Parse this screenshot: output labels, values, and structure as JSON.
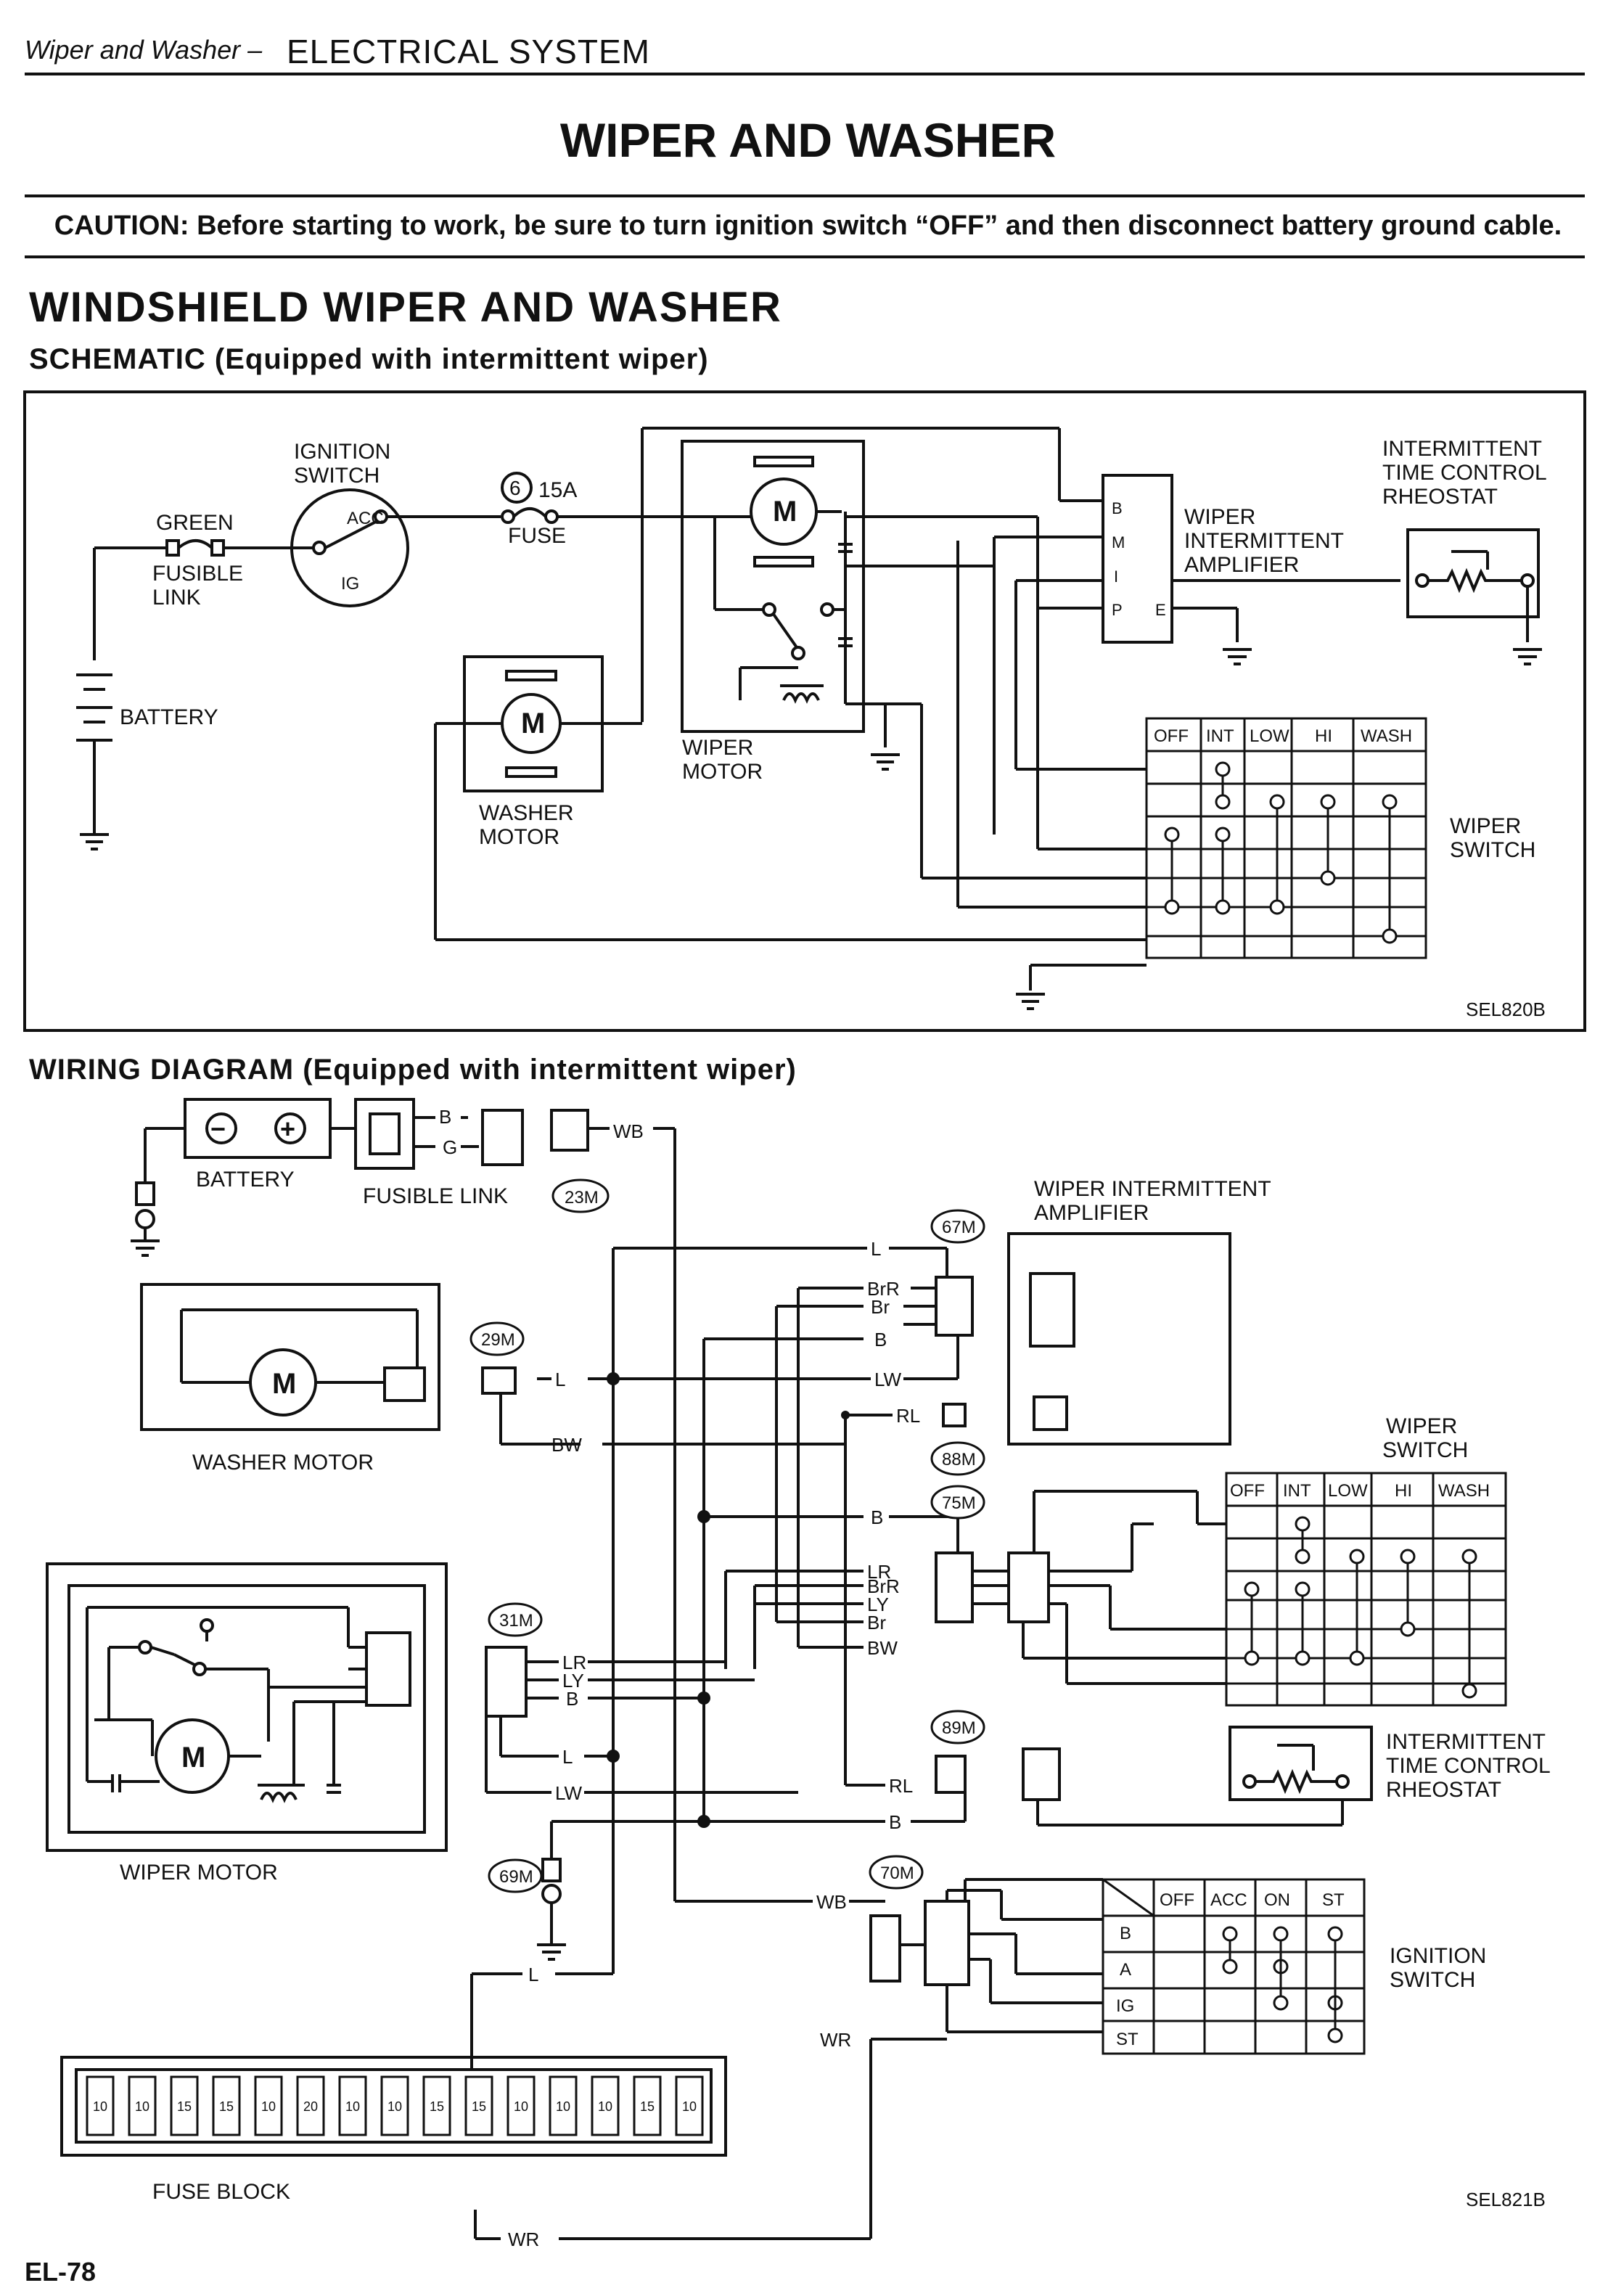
{
  "header": {
    "section_small": "Wiper and Washer –",
    "section_big": "ELECTRICAL SYSTEM"
  },
  "title": "WIPER AND WASHER",
  "caution": "CAUTION: Before starting to work, be sure to turn ignition switch “OFF” and then disconnect battery ground cable.",
  "section_heading": "WINDSHIELD WIPER AND WASHER",
  "schematic": {
    "heading": "SCHEMATIC (Equipped with intermittent wiper)",
    "code": "SEL820B",
    "labels": {
      "ignition_switch_1": "IGNITION",
      "ignition_switch_2": "SWITCH",
      "acc": "ACC",
      "ig": "IG",
      "green": "GREEN",
      "fusible_1": "FUSIBLE",
      "fusible_2": "LINK",
      "fuse_num": "6",
      "fuse_amp": "15A",
      "fuse": "FUSE",
      "battery": "BATTERY",
      "m": "M",
      "washer_1": "WASHER",
      "washer_2": "MOTOR",
      "wiper_1": "WIPER",
      "wiper_2": "MOTOR",
      "amp_1": "WIPER",
      "amp_2": "INTERMITTENT",
      "amp_3": "AMPLIFIER",
      "pin_b": "B",
      "pin_m": "M",
      "pin_i": "I",
      "pin_p": "P",
      "pin_e": "E",
      "rheo_1": "INTERMITTENT",
      "rheo_2": "TIME CONTROL",
      "rheo_3": "RHEOSTAT",
      "switch_1": "WIPER",
      "switch_2": "SWITCH"
    },
    "switch_cols": [
      "OFF",
      "INT",
      "LOW",
      "HI",
      "WASH"
    ]
  },
  "wiring": {
    "heading": "WIRING DIAGRAM (Equipped with intermittent wiper)",
    "code": "SEL821B",
    "labels": {
      "battery": "BATTERY",
      "fusible": "FUSIBLE LINK",
      "c23": "23M",
      "c29": "29M",
      "c31": "31M",
      "c67": "67M",
      "c69": "69M",
      "c70": "70M",
      "c75": "75M",
      "c88": "88M",
      "c89": "89M",
      "washer": "WASHER MOTOR",
      "wiper": "WIPER MOTOR",
      "amp_1": "WIPER INTERMITTENT",
      "amp_2": "AMPLIFIER",
      "wsw_1": "WIPER",
      "wsw_2": "SWITCH",
      "rheo_1": "INTERMITTENT",
      "rheo_2": "TIME CONTROL",
      "rheo_3": "RHEOSTAT",
      "isw_1": "IGNITION",
      "isw_2": "SWITCH",
      "fuse_block": "FUSE BLOCK",
      "m": "M",
      "plus": "+",
      "minus": "−"
    },
    "wires": {
      "b": "B",
      "g": "G",
      "wb": "WB",
      "l": "L",
      "brr": "BrR",
      "br": "Br",
      "lw": "LW",
      "rl": "RL",
      "bw": "BW",
      "lr": "LR",
      "ly": "LY",
      "wr": "WR"
    },
    "wiper_switch_cols": [
      "OFF",
      "INT",
      "LOW",
      "HI",
      "WASH"
    ],
    "ignition_cols": [
      "OFF",
      "ACC",
      "ON",
      "ST"
    ],
    "ignition_rows": [
      "B",
      "A",
      "IG",
      "ST"
    ],
    "fuse_values": [
      "10",
      "10",
      "15",
      "15",
      "10",
      "20",
      "10",
      "10",
      "15",
      "15",
      "10",
      "10",
      "10",
      "15",
      "10"
    ]
  },
  "page_number": "EL-78"
}
